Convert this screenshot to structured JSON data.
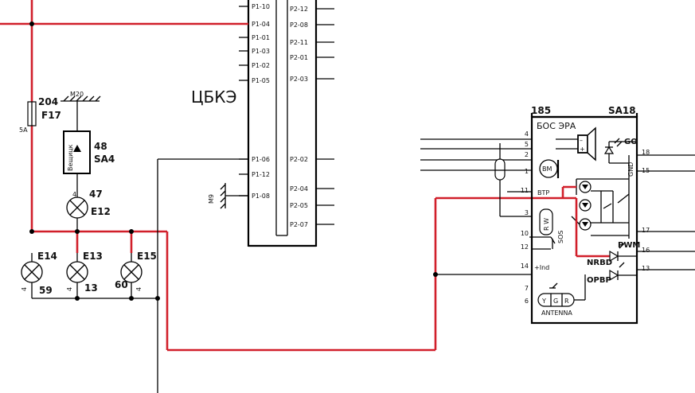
{
  "colors": {
    "wire": "#000000",
    "highlight_wire": "#d11f2a",
    "background": "#ffffff"
  },
  "ecu": {
    "title": "ЦБКЭ",
    "left_pins": [
      "P1-10",
      "P1-04",
      "P1-01",
      "P1-03",
      "P1-02",
      "P1-05",
      "P1-06",
      "P1-12",
      "P1-08"
    ],
    "right_pins": [
      "P2-12",
      "P2-08",
      "P2-11",
      "P2-01",
      "P2-03",
      "P2-02",
      "P2-04",
      "P2-05",
      "P2-07"
    ],
    "ground_label": "M9"
  },
  "fuse": {
    "id": "204",
    "name": "F17",
    "rating": "5A"
  },
  "ground_top": {
    "label": "M20"
  },
  "switch": {
    "id": "48",
    "name": "SA4",
    "text": "Вещицк"
  },
  "lamps": {
    "e12": {
      "id": "47",
      "name": "E12",
      "pin": "4"
    },
    "e14": {
      "name": "E14",
      "id": "59",
      "pin": "4"
    },
    "e13": {
      "name": "E13",
      "id": "13",
      "pin": "4"
    },
    "e15": {
      "name": "E15",
      "id": "60",
      "pin": "4"
    }
  },
  "module": {
    "id": "185",
    "name": "SA18",
    "title": "БОС ЭРА",
    "left_pins": [
      "4",
      "5",
      "2",
      "1",
      "11",
      "3",
      "10",
      "12",
      "14",
      "7",
      "6"
    ],
    "right_pins": [
      "18",
      "15",
      "17",
      "16",
      "13"
    ],
    "labels": {
      "go": "GO",
      "gnd": "GND",
      "btp": "BTP",
      "bm": "BM",
      "sos": "SOS",
      "rw": "R W",
      "pwm": "PWM",
      "nrbd": "NRBD",
      "opbp": "OPBP",
      "ind": "+Ind",
      "antenna": "ANTENNA",
      "ygr": [
        "Y",
        "G",
        "R"
      ],
      "minus": "–",
      "plus": "+"
    }
  }
}
